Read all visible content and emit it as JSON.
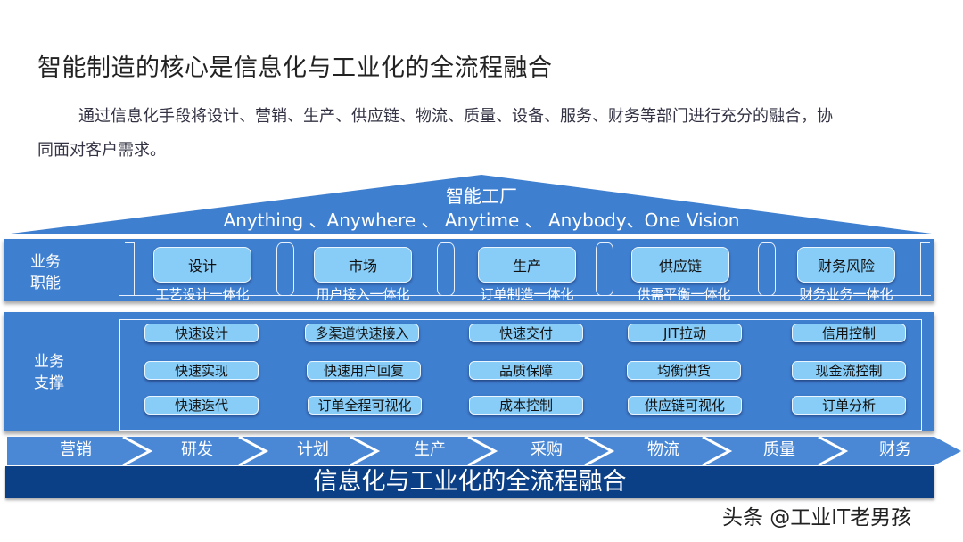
{
  "header": {
    "title": "智能制造的核心是信息化与工业化的全流程融合",
    "paragraph": "通过信息化手段将设计、营销、生产、供应链、物流、质量、设备、服务、财务等部门进行充分的融合，协同面对客户需求。"
  },
  "roof": {
    "title": "智能工厂",
    "subtitle": "Anything 、Anywhere 、 Anytime 、 Anybody、One Vision"
  },
  "business_functions": {
    "label": "业务\n职能",
    "items": [
      {
        "name": "设计",
        "integration": "工艺设计一体化"
      },
      {
        "name": "市场",
        "integration": "用户接入一体化"
      },
      {
        "name": "生产",
        "integration": "订单制造一体化"
      },
      {
        "name": "供应链",
        "integration": "供需平衡一体化"
      },
      {
        "name": "财务风险",
        "integration": "财务业务一体化"
      }
    ]
  },
  "business_support": {
    "label": "业务\n支撑",
    "columns": [
      [
        "快速设计",
        "快速实现",
        "快速迭代"
      ],
      [
        "多渠道快速接入",
        "快速用户回复",
        "订单全程可视化"
      ],
      [
        "快速交付",
        "品质保障",
        "成本控制"
      ],
      [
        "JIT拉动",
        "均衡供货",
        "供应链可视化"
      ],
      [
        "信用控制",
        "现金流控制",
        "订单分析"
      ]
    ]
  },
  "process_flow": [
    "营销",
    "研发",
    "计划",
    "生产",
    "采购",
    "物流",
    "质量",
    "财务"
  ],
  "banner": "信息化与工业化的全流程融合",
  "watermark": "头条 @工业IT老男孩",
  "colors": {
    "primary_blue": "#3f7fd0",
    "light_box": "#87cdf8",
    "dark_banner": "#0b3f86"
  }
}
